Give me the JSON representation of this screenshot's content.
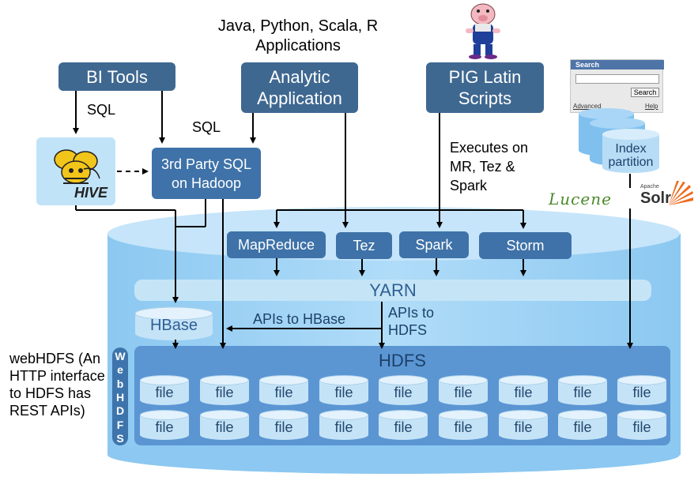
{
  "top_boxes": {
    "bi_tools": "BI Tools",
    "analytic_app": "Analytic Application",
    "pig_latin": "PIG Latin Scripts"
  },
  "languages_text": "Java, Python, Scala, R Applications",
  "sql_label_1": "SQL",
  "sql_label_2": "SQL",
  "hive_logo_text": "HIVE",
  "third_party_sql": "3rd Party SQL on Hadoop",
  "executes_on": "Executes on MR, Tez & Spark",
  "search_widget": {
    "title": "Search",
    "button": "Search",
    "advanced": "Advanced",
    "help": "Help"
  },
  "index_partition": "Index partition",
  "lucene": "Lucene",
  "apache": "Apache",
  "solr": "Solr",
  "engines": [
    "MapReduce",
    "Tez",
    "Spark",
    "Storm"
  ],
  "yarn": "YARN",
  "hbase": "HBase",
  "apis_to_hbase": "APIs to HBase",
  "apis_to_hdfs": "APIs to HDFS",
  "hdfs": "HDFS",
  "webhdfs_vertical": "WebHDFS",
  "webhdfs_note": "webHDFS (An HTTP interface to HDFS has REST APIs)",
  "file_label": "file",
  "colors": {
    "dark_box": "#3f6891",
    "engine_box": "#3e72a8",
    "cylinder": "#9dd2f5",
    "cylinder_top": "#c6e5fa",
    "hdfs_panel": "#5b96d3",
    "yarn_bar": "#c5e5f7"
  }
}
